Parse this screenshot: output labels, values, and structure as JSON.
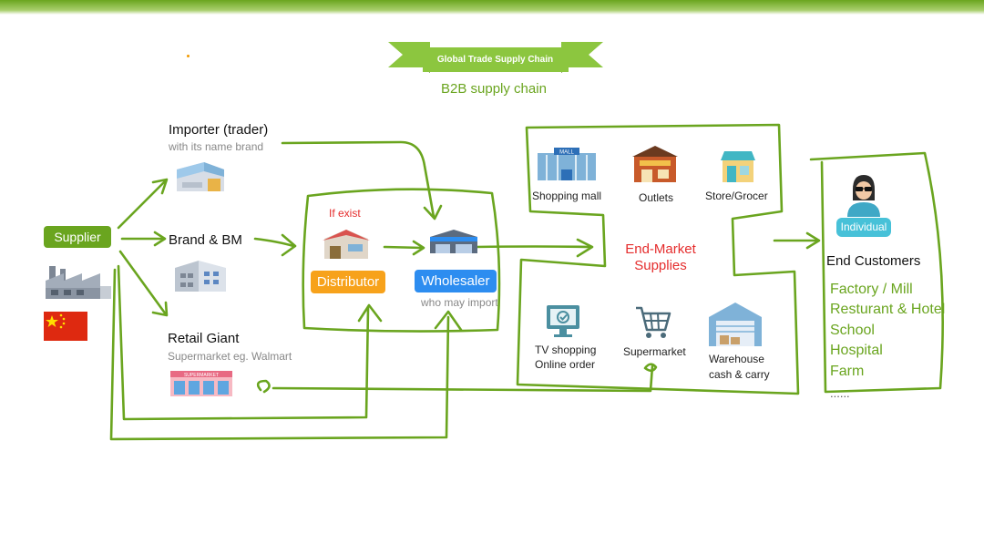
{
  "ribbon": {
    "title": "Global Trade Supply Chain"
  },
  "subtitle": "B2B supply chain",
  "supplier": {
    "label": "Supplier"
  },
  "importer": {
    "title": "Importer (trader)",
    "sub": "with its name brand"
  },
  "brand": {
    "title": "Brand & BM"
  },
  "retail": {
    "title": "Retail Giant",
    "sub": "Supermarket eg. Walmart",
    "store_sign": "SUPERMARKET"
  },
  "middle": {
    "if_exist": "If exist",
    "distributor": "Distributor",
    "wholesaler": "Wholesaler",
    "wholesaler_note": "who may import"
  },
  "end_market": {
    "title_line1": "End-Market",
    "title_line2": "Supplies",
    "mall_sign": "MALL",
    "shopping_mall": "Shopping mall",
    "outlets": "Outlets",
    "store": "Store/Grocer",
    "tv_line1": "TV shopping",
    "tv_line2": "Online order",
    "supermarket": "Supermarket",
    "warehouse_line1": "Warehouse",
    "warehouse_line2": "cash & carry"
  },
  "customers": {
    "badge": "Individual",
    "title": "End Customers",
    "items": [
      "Factory / Mill",
      "Resturant & Hotel",
      "School",
      "Hospital",
      "Farm",
      "......"
    ]
  },
  "colors": {
    "green": "#6aa51f",
    "orange": "#f7a21b",
    "blue": "#2d8df0",
    "red": "#e52d2d",
    "cyan": "#47c1d8"
  }
}
